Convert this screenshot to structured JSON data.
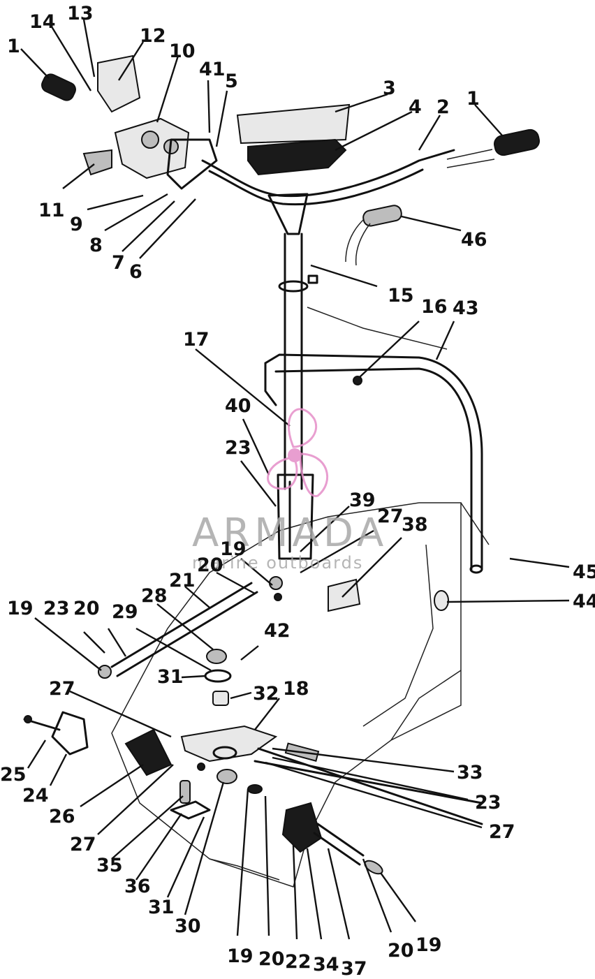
{
  "diagram": {
    "callouts": [
      "1",
      "14",
      "13",
      "12",
      "10",
      "41",
      "5",
      "3",
      "4",
      "2",
      "1",
      "11",
      "9",
      "8",
      "7",
      "6",
      "46",
      "15",
      "16",
      "43",
      "17",
      "40",
      "23",
      "39",
      "27",
      "38",
      "19",
      "20",
      "21",
      "45",
      "44",
      "19",
      "23",
      "20",
      "28",
      "29",
      "42",
      "31",
      "32",
      "18",
      "27",
      "25",
      "24",
      "26",
      "27",
      "33",
      "23",
      "27",
      "35",
      "36",
      "31",
      "30",
      "19",
      "20",
      "22",
      "34",
      "37",
      "20",
      "19"
    ]
  },
  "watermark": {
    "brand": "ARMADA",
    "tagline": "marine outboards",
    "logo_color": "#e58ec8"
  }
}
